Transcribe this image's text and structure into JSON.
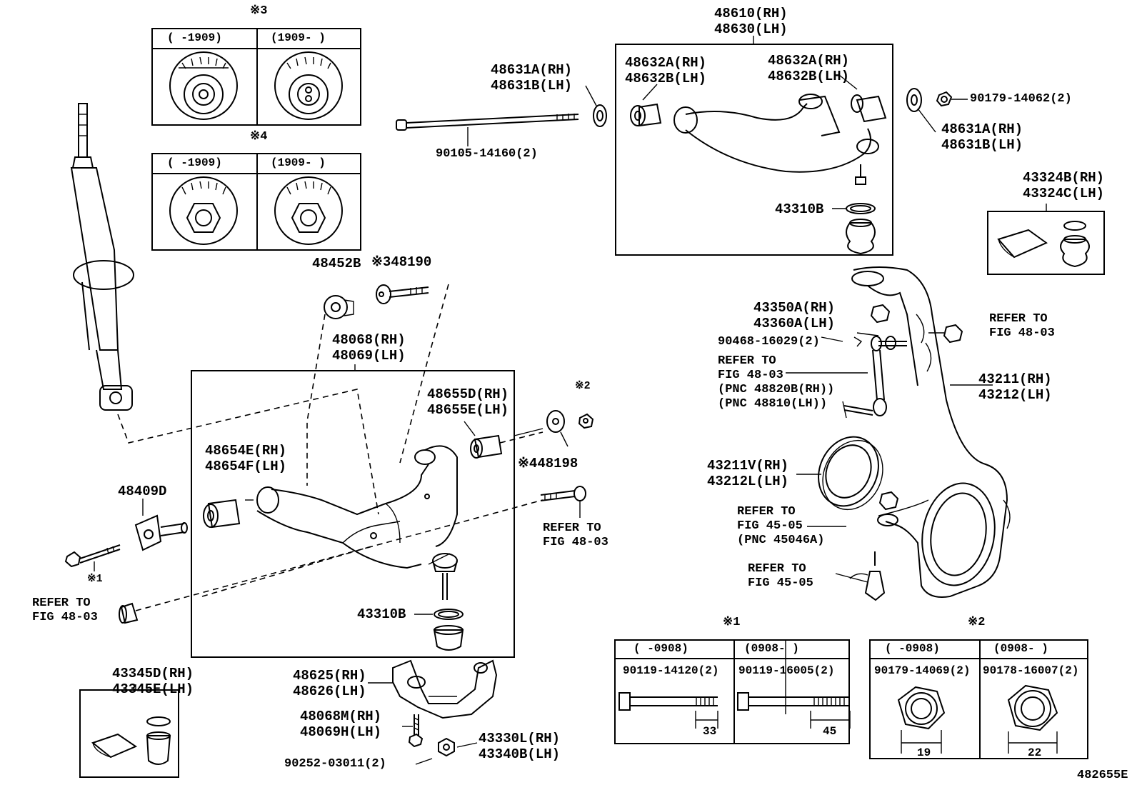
{
  "diagram_id": "482655E",
  "labels": {
    "l48610": [
      "48610(RH)",
      "48630(LH)"
    ],
    "l48631a_left": [
      "48631A(RH)",
      "48631B(LH)"
    ],
    "l48632a_left": [
      "48632A(RH)",
      "48632B(LH)"
    ],
    "l48632a_right": [
      "48632A(RH)",
      "48632B(LH)"
    ],
    "l90179_14062": "90179-14062(2)",
    "l48631a_right": [
      "48631A(RH)",
      "48631B(LH)"
    ],
    "l90105": "90105-14160(2)",
    "l43310b_upper": "43310B",
    "l43324b": [
      "43324B(RH)",
      "43324C(LH)"
    ],
    "l48452b": "48452B",
    "l48190": "※348190",
    "l48068": [
      "48068(RH)",
      "48069(LH)"
    ],
    "l43350a": [
      "43350A(RH)",
      "43360A(LH)"
    ],
    "l90468": "90468-16029(2)",
    "l_refer_4803_a": [
      "REFER TO",
      "FIG 48-03"
    ],
    "l_refer_4803_stab": [
      "REFER TO",
      "FIG 48-03",
      "(PNC 48820B(RH))",
      "(PNC 48810(LH))"
    ],
    "l43211": [
      "43211(RH)",
      "43212(LH)"
    ],
    "l48655d": [
      "48655D(RH)",
      "48655E(LH)"
    ],
    "l_note2_small": "※2",
    "l48654e": [
      "48654E(RH)",
      "48654F(LH)"
    ],
    "l48198": "※448198",
    "l43211v": [
      "43211V(RH)",
      "43212L(LH)"
    ],
    "l48409d": "48409D",
    "l_refer_4803_b": [
      "REFER TO",
      "FIG 48-03"
    ],
    "l_refer_4505_a": [
      "REFER TO",
      "FIG 45-05",
      "(PNC 45046A)"
    ],
    "l_note1_small": "※1",
    "l_refer_4505_b": [
      "REFER TO",
      "FIG 45-05"
    ],
    "l_refer_4803_c": [
      "REFER TO",
      "FIG 48-03"
    ],
    "l43310b_lower": "43310B",
    "l43345d": [
      "43345D(RH)",
      "43345E(LH)"
    ],
    "l48625": [
      "48625(RH)",
      "48626(LH)"
    ],
    "l48068m": [
      "48068M(RH)",
      "48069H(LH)"
    ],
    "l43330l": [
      "43330L(RH)",
      "43340B(LH)"
    ],
    "l90252": "90252-03011(2)"
  },
  "tables": {
    "note3": {
      "mark": "※3",
      "col_left": "(     -1909)",
      "col_right": "(1909-     )"
    },
    "note4": {
      "mark": "※4",
      "col_left": "(     -1909)",
      "col_right": "(1909-     )"
    },
    "note1": {
      "mark": "※1",
      "col_left": "(     -0908)",
      "col_right": "(0908-     )",
      "part_left": "90119-14120(2)",
      "part_right": "90119-16005(2)",
      "dim_left": "33",
      "dim_right": "45"
    },
    "note2": {
      "mark": "※2",
      "col_left": "(     -0908)",
      "col_right": "(0908-     )",
      "part_left": "90179-14069(2)",
      "part_right": "90178-16007(2)",
      "dim_left": "19",
      "dim_right": "22"
    }
  }
}
